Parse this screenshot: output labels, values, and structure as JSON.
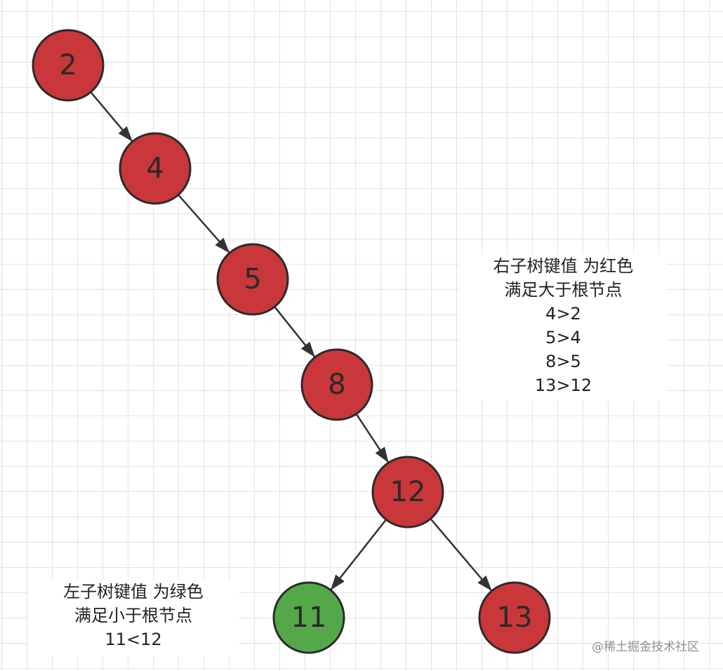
{
  "colors": {
    "red_node": "#c9373a",
    "green_node": "#55a84a",
    "stroke": "#2b2b2b",
    "edge": "#333333",
    "grid": "#e3e3e3"
  },
  "nodes": [
    {
      "id": "n2",
      "label": "2",
      "color": "red"
    },
    {
      "id": "n4",
      "label": "4",
      "color": "red"
    },
    {
      "id": "n5",
      "label": "5",
      "color": "red"
    },
    {
      "id": "n8",
      "label": "8",
      "color": "red"
    },
    {
      "id": "n12",
      "label": "12",
      "color": "red"
    },
    {
      "id": "n11",
      "label": "11",
      "color": "green"
    },
    {
      "id": "n13",
      "label": "13",
      "color": "red"
    }
  ],
  "edges": [
    {
      "from": "n2",
      "to": "n4"
    },
    {
      "from": "n4",
      "to": "n5"
    },
    {
      "from": "n5",
      "to": "n8"
    },
    {
      "from": "n8",
      "to": "n12"
    },
    {
      "from": "n12",
      "to": "n11"
    },
    {
      "from": "n12",
      "to": "n13"
    }
  ],
  "annotations": {
    "right_subtree": {
      "lines": [
        "右子树键值 为红色",
        "满足大于根节点",
        "4>2",
        "5>4",
        "8>5",
        "13>12"
      ]
    },
    "left_subtree": {
      "lines": [
        "左子树键值 为绿色",
        "满足小于根节点",
        "11<12"
      ]
    }
  },
  "watermark": "@稀土掘金技术社区"
}
